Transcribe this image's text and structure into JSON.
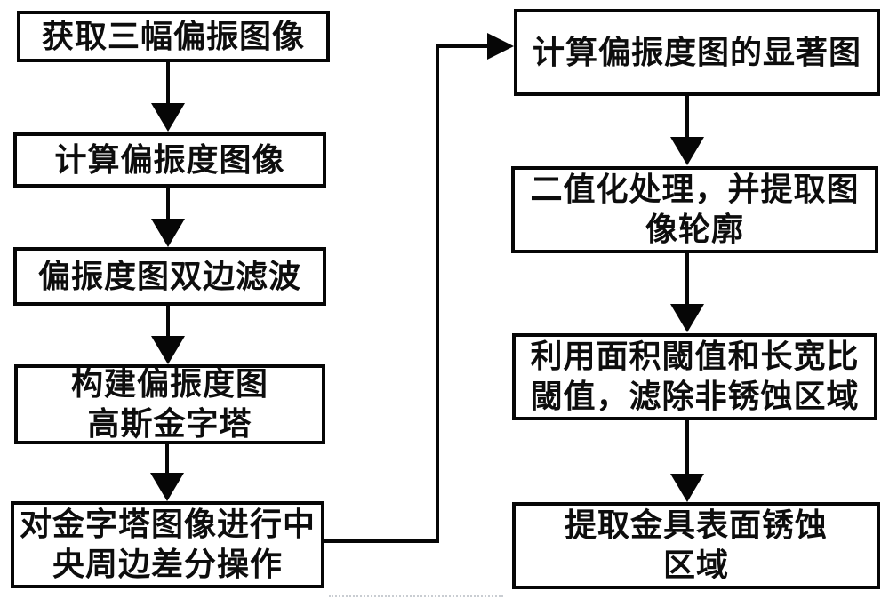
{
  "diagram": {
    "title": "polarization-image rust detection flowchart",
    "background_color": "#ffffff",
    "stroke_color": "#060606",
    "boxes": [
      {
        "id": "acquire-images",
        "label": "获取三幅偏振图像"
      },
      {
        "id": "compute-dolp-image",
        "label": "计算偏振度图像"
      },
      {
        "id": "bilateral-filter",
        "label": "偏振度图双边滤波"
      },
      {
        "id": "gaussian-pyramid",
        "label": "构建偏振度图\n高斯金字塔"
      },
      {
        "id": "center-surround",
        "label": "对金字塔图像进行中\n央周边差分操作"
      },
      {
        "id": "saliency-map",
        "label": "计算偏振度图的显著图"
      },
      {
        "id": "binarize-contours",
        "label": "二值化处理，并提取图\n像轮廓"
      },
      {
        "id": "filter-non-rust",
        "label": "利用面积閾值和长宽比\n閾值，滤除非锈蚀区域"
      },
      {
        "id": "extract-rust-region",
        "label": "提取金具表面锈蚀\n区域"
      }
    ]
  }
}
